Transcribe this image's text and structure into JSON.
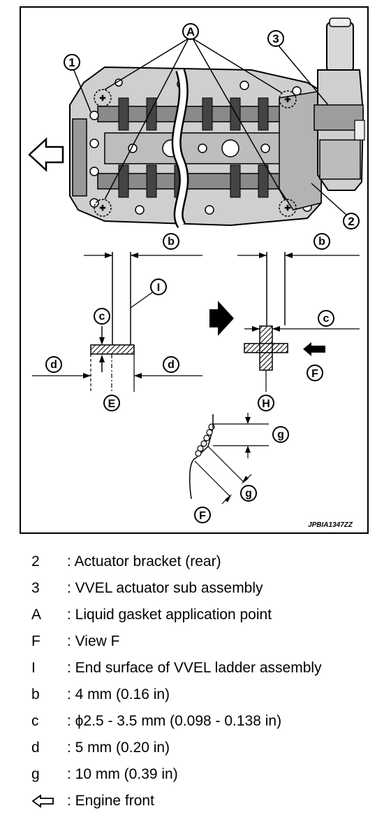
{
  "figure": {
    "code": "JPBIA1347ZZ",
    "callouts": {
      "n1": "1",
      "n2": "2",
      "n3": "3",
      "A": "A",
      "b": "b",
      "c": "c",
      "d": "d",
      "E": "E",
      "F": "F",
      "g": "g",
      "H": "H",
      "I": "I"
    }
  },
  "legend": [
    {
      "key": "2",
      "desc": ": Actuator bracket (rear)"
    },
    {
      "key": "3",
      "desc": ": VVEL actuator sub assembly"
    },
    {
      "key": "A",
      "desc": ": Liquid gasket application point"
    },
    {
      "key": "F",
      "desc": ": View F"
    },
    {
      "key": "I",
      "desc": ": End surface of VVEL ladder assembly"
    },
    {
      "key": "b",
      "desc": ": 4 mm (0.16 in)"
    },
    {
      "key": "c",
      "desc": ": ϕ2.5 - 3.5 mm (0.098 - 0.138 in)"
    },
    {
      "key": "d",
      "desc": ": 5 mm (0.20 in)"
    },
    {
      "key": "g",
      "desc": ": 10 mm (0.39 in)"
    },
    {
      "key": "",
      "icon": "outline-arrow-left-icon",
      "desc": ": Engine front"
    }
  ]
}
